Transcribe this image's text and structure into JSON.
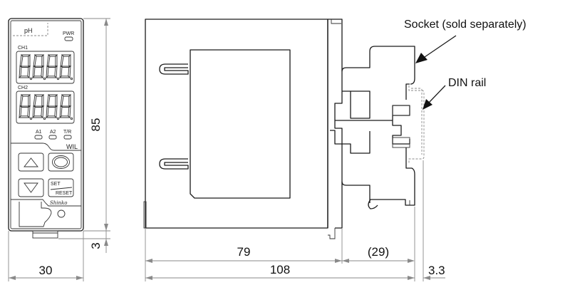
{
  "front_panel": {
    "unit_label": "pH",
    "power_led_label": "PWR",
    "channel1_label": "CH1",
    "channel2_label": "CH2",
    "display_digits": "8888",
    "indicator_labels": [
      "A1",
      "A2",
      "T/R"
    ],
    "series_label": "WIL",
    "set_key_label_top": "SET",
    "set_key_label_bottom": "RESET",
    "brand_label": "Shinko",
    "keys": [
      "up-key",
      "mode-key",
      "down-key",
      "set-reset-key"
    ]
  },
  "dimensions": {
    "front_height": "85",
    "terminal_height": "3",
    "front_width": "30",
    "body_depth": "79",
    "socket_depth": "(29)",
    "total_depth": "108",
    "rail_offset": "3.3"
  },
  "callouts": {
    "socket": "Socket (sold separately)",
    "din_rail": "DIN rail"
  },
  "colors": {
    "outline": "#1a1a1a",
    "dimension_line": "#8a8a8a"
  }
}
